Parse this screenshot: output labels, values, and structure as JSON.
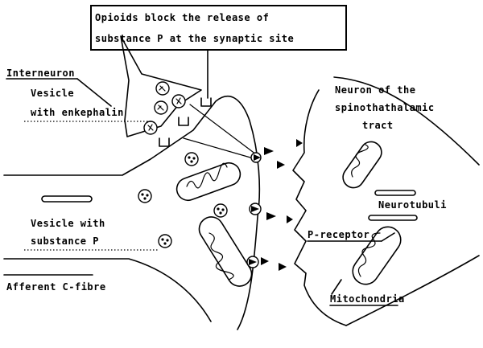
{
  "labels": {
    "opioids_line1": "Opioids block the release of",
    "opioids_line2": "substance P at the synaptic site",
    "interneuron": "Interneuron",
    "vesicle_enkephalin_line1": "Vesicle",
    "vesicle_enkephalin_line2": "with enkephalin",
    "neuron_line1": "Neuron of the",
    "neuron_line2": "spinothathalamic",
    "neuron_line3": "tract",
    "neurotubuli": "Neurotubuli",
    "vesicle_p_line1": "Vesicle with",
    "vesicle_p_line2": "substance P",
    "p_receptor": "P-receptor",
    "afferent": "Afferent  C-fibre",
    "mitochondria": "Mitochondria"
  }
}
